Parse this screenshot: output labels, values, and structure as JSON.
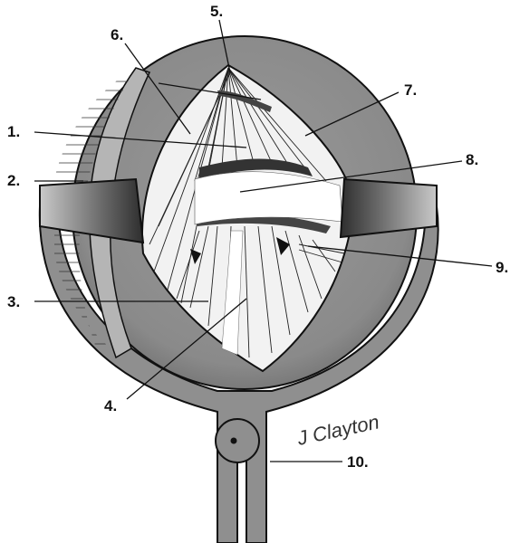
{
  "callouts": [
    {
      "id": "1",
      "text": "1."
    },
    {
      "id": "2",
      "text": "2."
    },
    {
      "id": "3",
      "text": "3."
    },
    {
      "id": "4",
      "text": "4."
    },
    {
      "id": "5",
      "text": "5."
    },
    {
      "id": "6",
      "text": "6."
    },
    {
      "id": "7",
      "text": "7."
    },
    {
      "id": "8",
      "text": "8."
    },
    {
      "id": "9",
      "text": "9."
    },
    {
      "id": "10",
      "text": "10."
    }
  ],
  "signature": "J Clayton",
  "colors": {
    "ring": "#8c8c8c",
    "ring_dark": "#5a5a5a",
    "tissue": "#f2f2f2",
    "instrument": "#8f8f8f",
    "outline": "#111111"
  }
}
